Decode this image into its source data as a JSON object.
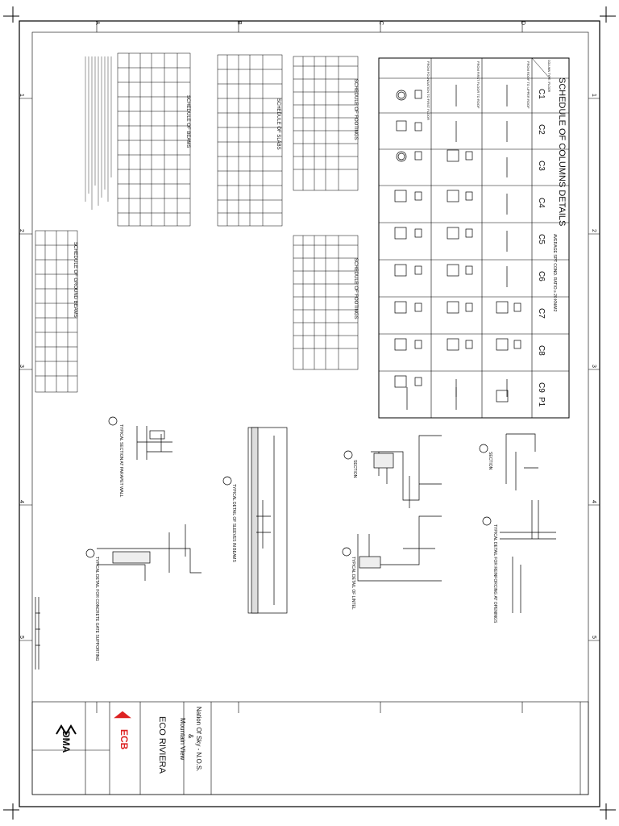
{
  "sheet": {
    "grid_cols": [
      "A",
      "B",
      "C",
      "D"
    ],
    "grid_rows": [
      "1",
      "2",
      "3",
      "4",
      "5"
    ]
  },
  "column_schedule": {
    "title": "SCHEDULE OF COLUMNS DETAILS",
    "note": "AVERAGE SPT COND. RATIO ≥ 20 KN/M2",
    "header_corner": "COLUMN TYPE / FLOOR",
    "rows": [
      "FROM FOUNDATION TO FIRST FLOOR",
      "FROM FIRST FLOOR TO ROOF",
      "FROM ROOF TO UPPER ROOF"
    ],
    "columns": [
      "C1",
      "C2",
      "C3",
      "C4",
      "C5",
      "C6",
      "C7",
      "C8",
      "C9",
      "P1"
    ]
  },
  "schedules": {
    "footings_1": "SCHEDULE OF FOOTINGS",
    "footings_2": "SCHEDULE OF FOOTINGS",
    "slabs": "SCHEDULE OF SLABS",
    "beams": "SCHEDULE OF BEAMS",
    "ground_beams": "SCHEDULE OF GROUND BEAMS"
  },
  "details": {
    "parapet": "TYPICAL SECTION AT PARAPET WALL",
    "section_1": "SECTION",
    "section_2": "SECTION",
    "sleeves": "TYPICAL DETAIL OF SLEEVES IN BEAMS",
    "lintel": "TYPICAL DETAIL OF LINTEL",
    "gate": "TYPICAL DETAIL FOR CONCRETE GATE SUPPORTING",
    "reinforcing": "TYPICAL DETAIL FOR REINFORCING AT OPENINGS"
  },
  "title_block": {
    "project_title": "ECO RIVIERA",
    "location_1": "Nation Of Sky - N.O.S.",
    "location_2": "&",
    "location_3": "Mountain View",
    "consultant": "ECB",
    "owner": "DMA"
  }
}
